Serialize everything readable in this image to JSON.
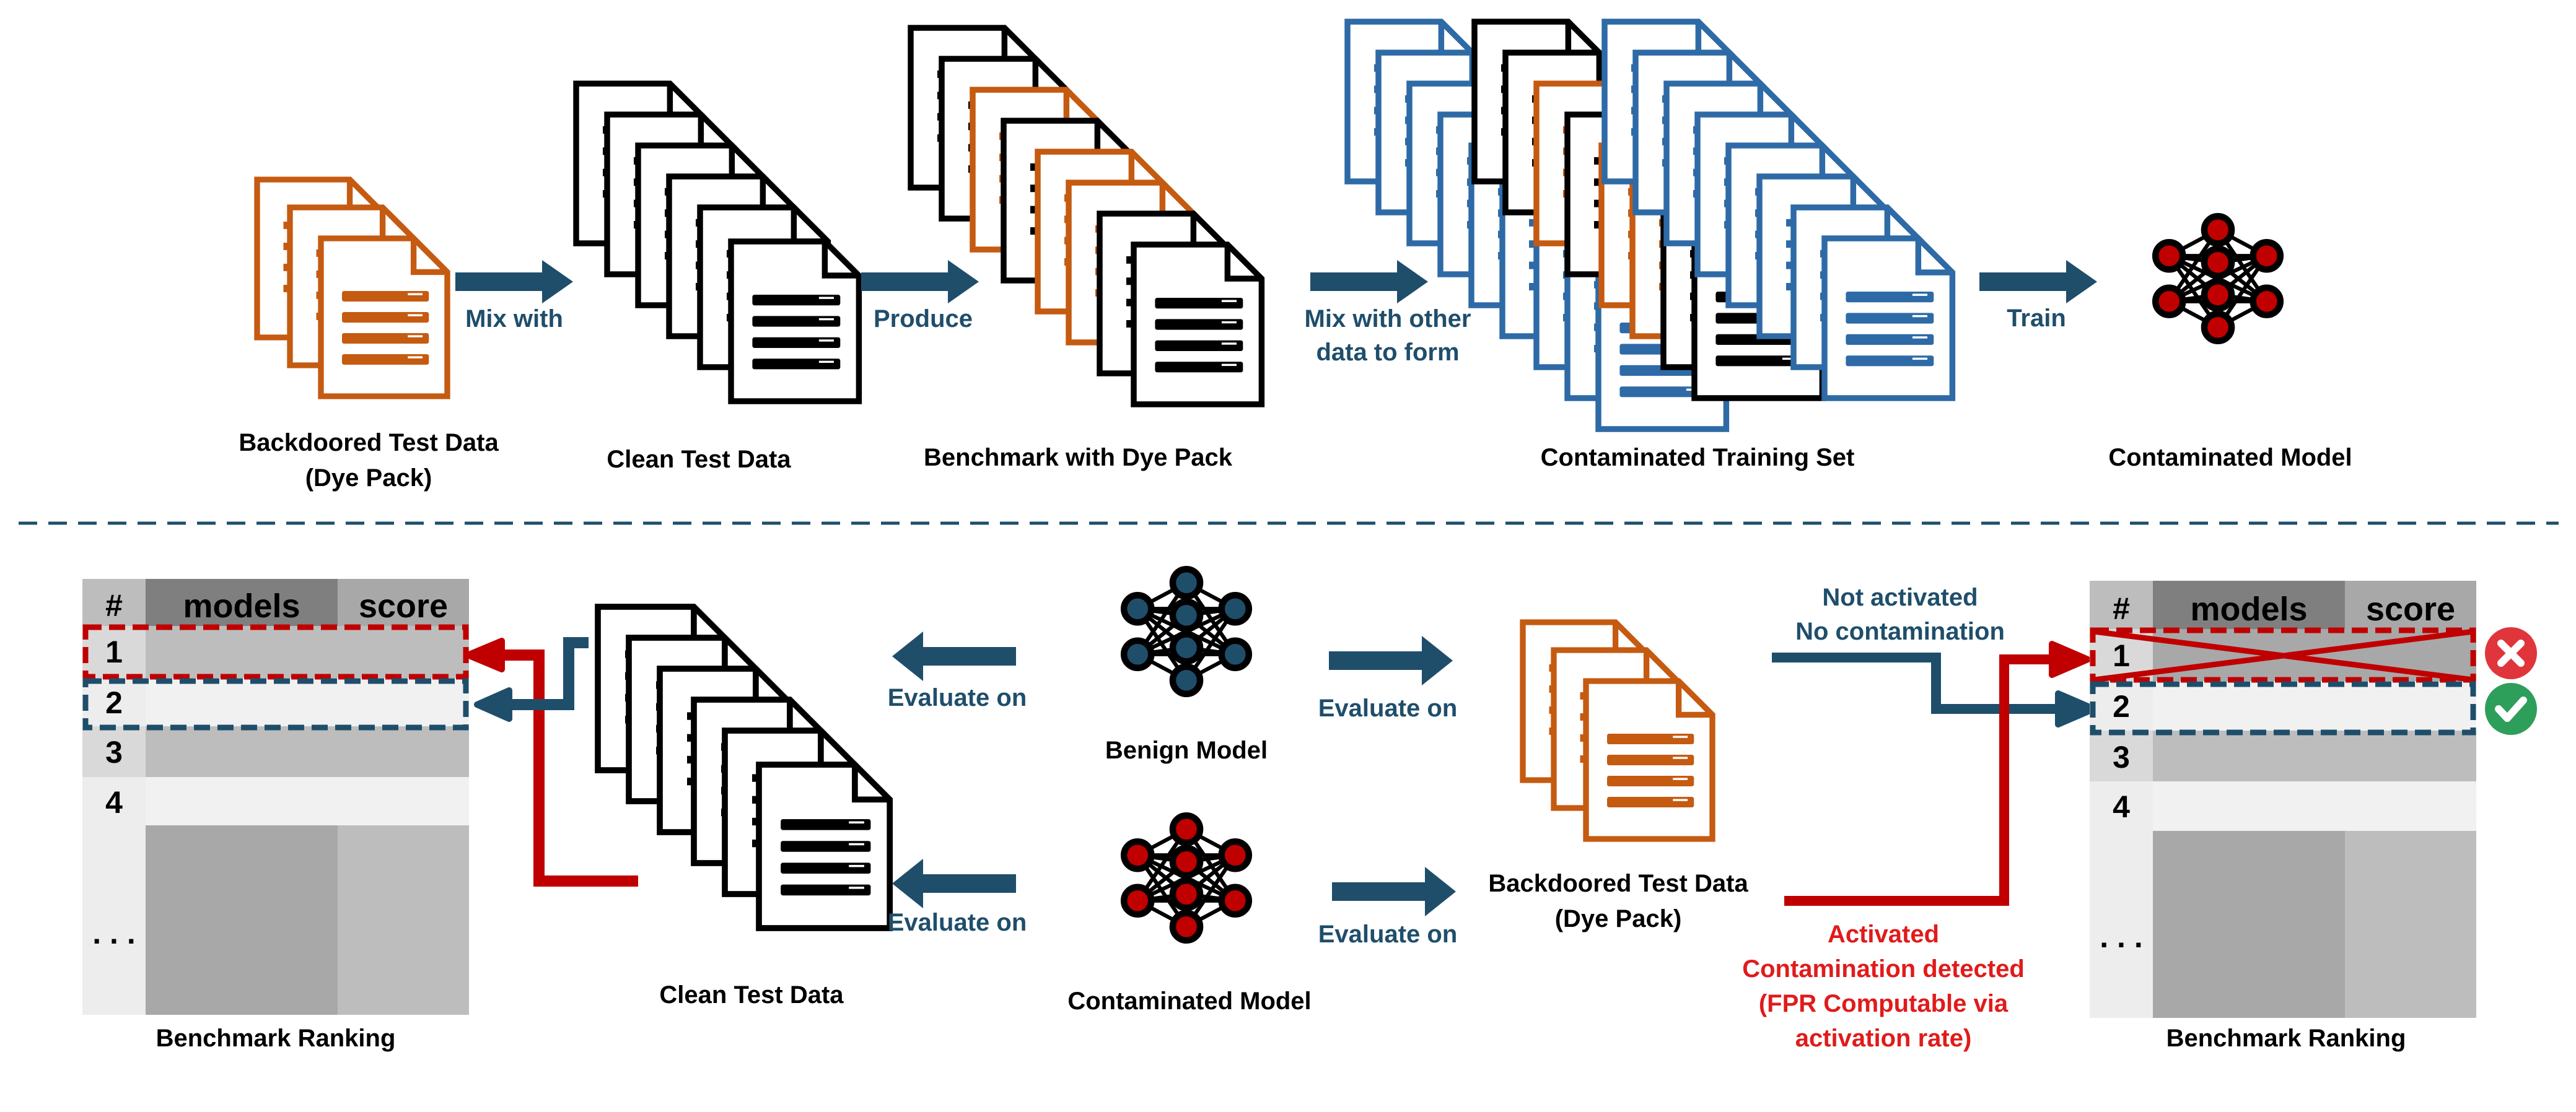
{
  "colors": {
    "orange": "#c55a11",
    "blue": "#2e6aa6",
    "teal": "#1f4e6b",
    "red": "#c00000",
    "black": "#000000",
    "grey_dark": "#a8a8a8",
    "grey_light": "#ededed",
    "grey_mid": "#bdbdbd",
    "header_dark": "#7f7f7f",
    "check_green": "#2e9e5b",
    "cross_red": "#e0353b"
  },
  "top": {
    "backdoored_label_1": "Backdoored Test Data",
    "backdoored_label_2": "(Dye Pack)",
    "mix_with": "Mix with",
    "clean_label": "Clean Test Data",
    "produce": "Produce",
    "benchmark_label": "Benchmark with Dye Pack",
    "mix_other_1": "Mix with other",
    "mix_other_2": "data to form",
    "training_label": "Contaminated Training Set",
    "train": "Train",
    "model_label": "Contaminated Model"
  },
  "bottom": {
    "evaluate_on": "Evaluate on",
    "clean_label": "Clean Test Data",
    "benign_model_label": "Benign Model",
    "contaminated_model_label": "Contaminated Model",
    "backdoored_label_1": "Backdoored Test Data",
    "backdoored_label_2": "(Dye Pack)",
    "not_activated_1": "Not activated",
    "not_activated_2": "No contamination",
    "activated_1": "Activated",
    "activated_2": "Contamination detected",
    "activated_3": "(FPR Computable via",
    "activated_4": "activation rate)"
  },
  "ranking_table": {
    "headers": [
      "#",
      "models",
      "score"
    ],
    "rows": [
      "1",
      "2",
      "3",
      "4",
      ". . ."
    ],
    "caption": "Benchmark Ranking"
  },
  "icons": [
    "document-icon",
    "right-arrow-icon",
    "left-arrow-icon",
    "neural-network-icon",
    "check-icon",
    "cross-icon"
  ]
}
